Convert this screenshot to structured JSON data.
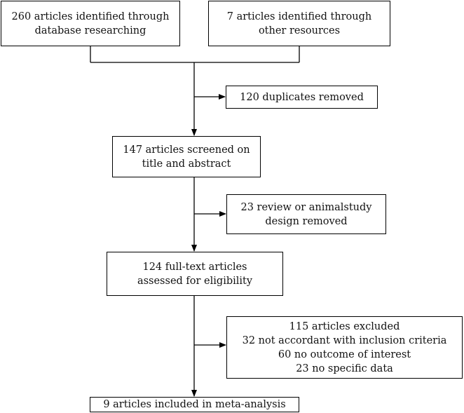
{
  "flowchart": {
    "identified_database": [
      "260 articles identified through",
      "database researching"
    ],
    "identified_other": [
      "7 articles identified through",
      "other resources"
    ],
    "duplicates_removed": [
      "120 duplicates removed"
    ],
    "screened": [
      "147 articles screened on",
      "title and abstract"
    ],
    "review_removed": [
      "23 review or animalstudy",
      "design removed"
    ],
    "fulltext_assessed": [
      "124 full-text articles",
      "assessed for eligibility"
    ],
    "excluded": [
      "115 articles excluded",
      "32 not accordant with inclusion criteria",
      "60 no outcome of interest",
      "23 no specific data"
    ],
    "included": [
      "9 articles included in meta-analysis"
    ]
  },
  "colors": {
    "line": "#000000",
    "box_border": "#000000",
    "text": "#111111"
  }
}
